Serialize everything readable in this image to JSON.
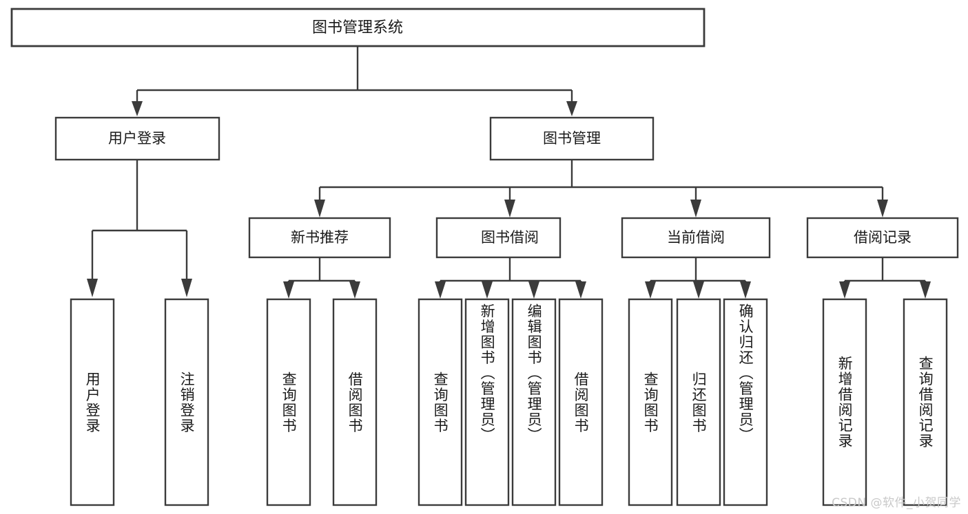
{
  "diagram": {
    "type": "tree-hierarchy-chart",
    "title_node": {
      "label": "图书管理系统",
      "level": 0
    },
    "level1": [
      {
        "id": "user-login",
        "label": "用户登录"
      },
      {
        "id": "book-management",
        "label": "图书管理"
      }
    ],
    "level2": [
      {
        "id": "new-book-recommend",
        "label": "新书推荐",
        "parent": "book-management"
      },
      {
        "id": "book-borrow",
        "label": "图书借阅",
        "parent": "book-management"
      },
      {
        "id": "current-borrow",
        "label": "当前借阅",
        "parent": "book-management"
      },
      {
        "id": "borrow-record",
        "label": "借阅记录",
        "parent": "book-management"
      }
    ],
    "leaves": [
      {
        "id": "leaf-user-login",
        "label": "用户登录",
        "parent": "user-login"
      },
      {
        "id": "leaf-logout-login",
        "label": "注销登录",
        "parent": "user-login"
      },
      {
        "id": "leaf-query-book-1",
        "label": "查询图书",
        "parent": "new-book-recommend"
      },
      {
        "id": "leaf-borrow-book-1",
        "label": "借阅图书",
        "parent": "new-book-recommend"
      },
      {
        "id": "leaf-query-book-2",
        "label": "查询图书",
        "parent": "book-borrow"
      },
      {
        "id": "leaf-add-book",
        "label": "新增图书（管理员）",
        "parent": "book-borrow"
      },
      {
        "id": "leaf-edit-book",
        "label": "编辑图书（管理员）",
        "parent": "book-borrow"
      },
      {
        "id": "leaf-borrow-book-2",
        "label": "借阅图书",
        "parent": "book-borrow"
      },
      {
        "id": "leaf-query-book-3",
        "label": "查询图书",
        "parent": "current-borrow"
      },
      {
        "id": "leaf-return-book",
        "label": "归还图书",
        "parent": "current-borrow"
      },
      {
        "id": "leaf-confirm-return",
        "label": "确认归还（管理员）",
        "parent": "current-borrow"
      },
      {
        "id": "leaf-add-borrow-record",
        "label": "新增借阅记录",
        "parent": "borrow-record"
      },
      {
        "id": "leaf-query-borrow-record",
        "label": "查询借阅记录",
        "parent": "borrow-record"
      }
    ],
    "colors": {
      "background": "#ffffff",
      "box_fill": "#ffffff",
      "box_stroke": "#3b3b3b",
      "connector": "#3b3b3b",
      "text": "#1a1a1a",
      "watermark": "#c9c9c9"
    }
  },
  "watermark": {
    "text": "CSDN @软件_小贺同学"
  }
}
